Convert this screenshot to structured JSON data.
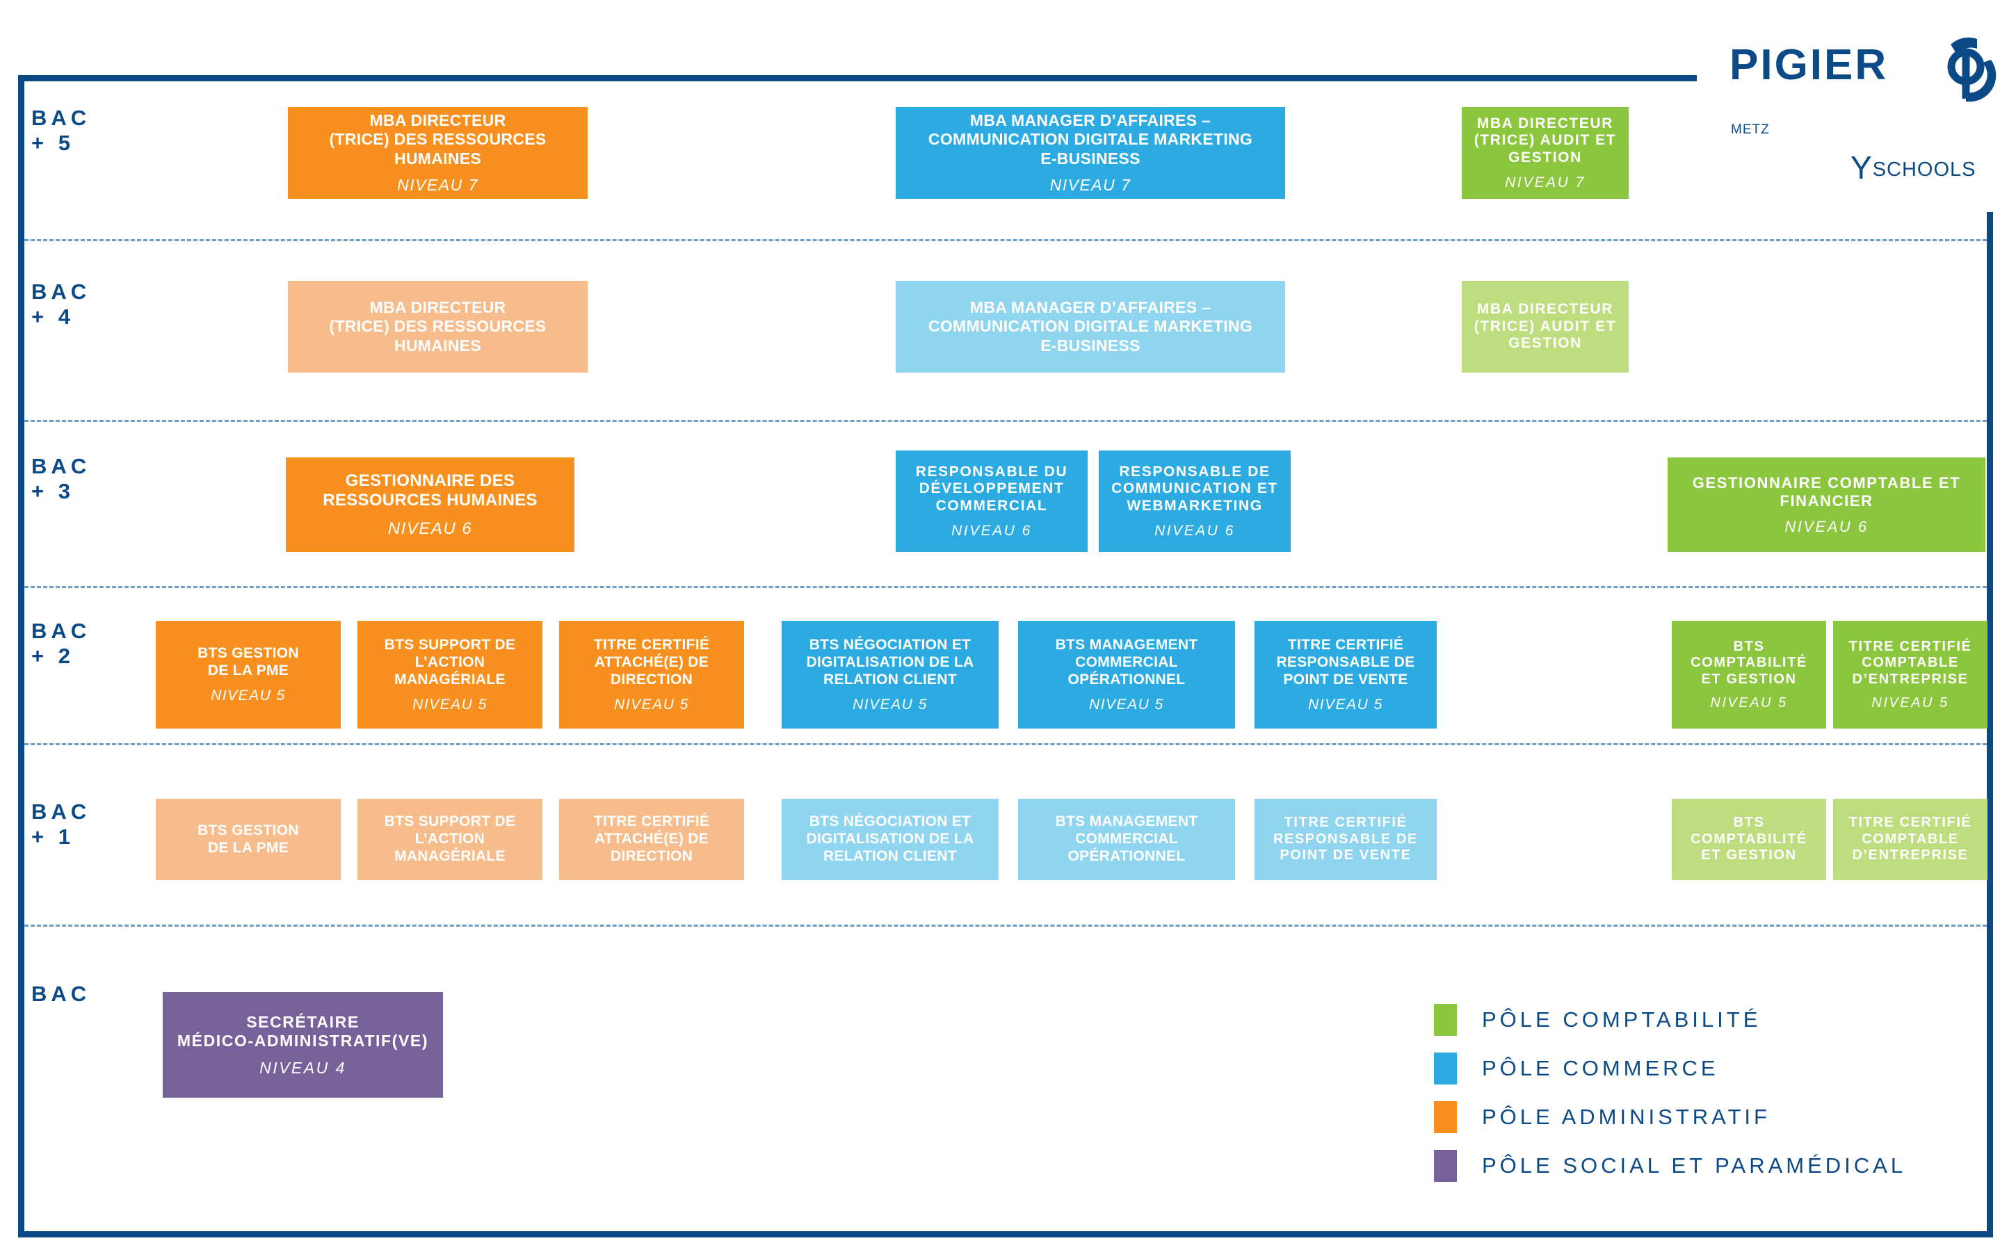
{
  "brand": {
    "wordmark": "PIGIER",
    "campus": "METZ",
    "partner_y": "Y",
    "partner_rest": "SCHOOLS",
    "logo_color": "#0b4a86"
  },
  "palette": {
    "comptabilite": "#8cc63e",
    "comptabilite_light": "#bedd7f",
    "commerce": "#2cabe2",
    "commerce_light": "#8fd5ef",
    "administratif": "#f7901e",
    "administratif_light": "#f6bc8c",
    "social": "#77619b",
    "frame": "#0b4a86",
    "divider": "#6f9ec4"
  },
  "rows": [
    {
      "id": "bac5",
      "label": "BAC\n+ 5",
      "programs": [
        {
          "name": "MBA DIRECTEUR\n(TRICE) DES RESSOURCES\nHUMAINES",
          "level": "NIVEAU 7",
          "pole": "administratif"
        },
        {
          "name": "MBA MANAGER D’AFFAIRES –\nCOMMUNICATION DIGITALE MARKETING\nE-BUSINESS",
          "level": "NIVEAU 7",
          "pole": "commerce"
        },
        {
          "name": "MBA DIRECTEUR\n(TRICE) AUDIT ET\nGESTION",
          "level": "NIVEAU 7",
          "pole": "comptabilite"
        }
      ]
    },
    {
      "id": "bac4",
      "label": "BAC\n+ 4",
      "programs": [
        {
          "name": "MBA DIRECTEUR\n(TRICE) DES RESSOURCES\nHUMAINES",
          "level": "",
          "pole": "administratif_light"
        },
        {
          "name": "MBA MANAGER D’AFFAIRES –\nCOMMUNICATION DIGITALE MARKETING\nE-BUSINESS",
          "level": "",
          "pole": "commerce_light"
        },
        {
          "name": "MBA DIRECTEUR\n(TRICE) AUDIT ET\nGESTION",
          "level": "",
          "pole": "comptabilite_light"
        }
      ]
    },
    {
      "id": "bac3",
      "label": "BAC\n+ 3",
      "programs": [
        {
          "name": "GESTIONNAIRE DES\nRESSOURCES HUMAINES",
          "level": "NIVEAU 6",
          "pole": "administratif"
        },
        {
          "name": "RESPONSABLE DU\nDÉVELOPPEMENT\nCOMMERCIAL",
          "level": "NIVEAU 6",
          "pole": "commerce"
        },
        {
          "name": "RESPONSABLE DE\nCOMMUNICATION ET\nWEBMARKETING",
          "level": "NIVEAU 6",
          "pole": "commerce"
        },
        {
          "name": "GESTIONNAIRE COMPTABLE ET\nFINANCIER",
          "level": "NIVEAU 6",
          "pole": "comptabilite"
        }
      ]
    },
    {
      "id": "bac2",
      "label": "BAC\n+ 2",
      "programs": [
        {
          "name": "BTS GESTION\nDE LA PME",
          "level": "NIVEAU 5",
          "pole": "administratif"
        },
        {
          "name": "BTS SUPPORT DE\nL’ACTION\nMANAGÉRIALE",
          "level": "NIVEAU 5",
          "pole": "administratif"
        },
        {
          "name": "TITRE CERTIFIÉ\nATTACHÉ(E) DE\nDIRECTION",
          "level": "NIVEAU 5",
          "pole": "administratif"
        },
        {
          "name": "BTS NÉGOCIATION ET\nDIGITALISATION DE LA\nRELATION CLIENT",
          "level": "NIVEAU 5",
          "pole": "commerce"
        },
        {
          "name": "BTS MANAGEMENT\nCOMMERCIAL\nOPÉRATIONNEL",
          "level": "NIVEAU 5",
          "pole": "commerce"
        },
        {
          "name": "TITRE CERTIFIÉ\nRESPONSABLE DE\nPOINT DE VENTE",
          "level": "NIVEAU 5",
          "pole": "commerce"
        },
        {
          "name": "BTS\nCOMPTABILITÉ\nET GESTION",
          "level": "NIVEAU 5",
          "pole": "comptabilite"
        },
        {
          "name": "TITRE CERTIFIÉ\nCOMPTABLE\nD’ENTREPRISE",
          "level": "NIVEAU 5",
          "pole": "comptabilite"
        }
      ]
    },
    {
      "id": "bac1",
      "label": "BAC\n+ 1",
      "programs": [
        {
          "name": "BTS GESTION\nDE LA PME",
          "level": "",
          "pole": "administratif_light"
        },
        {
          "name": "BTS SUPPORT DE\nL’ACTION\nMANAGÉRIALE",
          "level": "",
          "pole": "administratif_light"
        },
        {
          "name": "TITRE CERTIFIÉ\nATTACHÉ(E) DE\nDIRECTION",
          "level": "",
          "pole": "administratif_light"
        },
        {
          "name": "BTS NÉGOCIATION ET\nDIGITALISATION DE LA\nRELATION CLIENT",
          "level": "",
          "pole": "commerce_light"
        },
        {
          "name": "BTS MANAGEMENT\nCOMMERCIAL\nOPÉRATIONNEL",
          "level": "",
          "pole": "commerce_light"
        },
        {
          "name": "TITRE CERTIFIÉ\nRESPONSABLE DE\nPOINT DE VENTE",
          "level": "",
          "pole": "commerce_light"
        },
        {
          "name": "BTS\nCOMPTABILITÉ\nET GESTION",
          "level": "",
          "pole": "comptabilite_light"
        },
        {
          "name": "TITRE CERTIFIÉ\nCOMPTABLE\nD’ENTREPRISE",
          "level": "",
          "pole": "comptabilite_light"
        }
      ]
    },
    {
      "id": "bac",
      "label": "BAC",
      "programs": [
        {
          "name": "SECRÉTAIRE\nMÉDICO-ADMINISTRATIF(VE)",
          "level": "NIVEAU 4",
          "pole": "social"
        }
      ]
    }
  ],
  "legend": {
    "items": [
      {
        "label": "PÔLE COMPTABILITÉ",
        "color": "#8cc63e"
      },
      {
        "label": "PÔLE COMMERCE",
        "color": "#2cabe2"
      },
      {
        "label": "PÔLE ADMINISTRATIF",
        "color": "#f7901e"
      },
      {
        "label": "PÔLE SOCIAL ET PARAMÉDICAL",
        "color": "#77619b"
      }
    ]
  }
}
